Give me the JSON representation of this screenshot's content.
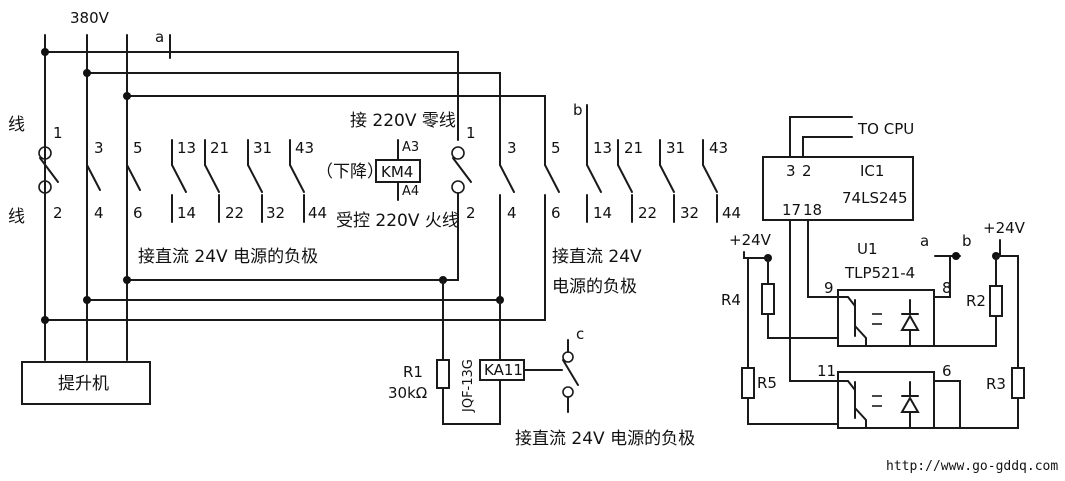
{
  "supply": {
    "voltage": "380V",
    "edge_top": "线",
    "edge_bottom": "线"
  },
  "mark_a_top": "a",
  "mark_b_top": "b",
  "mark_c": "c",
  "left_contactor": {
    "top_terms": [
      "1",
      "3",
      "5",
      "13",
      "21",
      "31",
      "43"
    ],
    "bottom_terms": [
      "2",
      "4",
      "6",
      "14",
      "22",
      "32",
      "44"
    ]
  },
  "right_contactor": {
    "top_terms": [
      "1",
      "3",
      "5",
      "13",
      "21",
      "31",
      "43"
    ],
    "bottom_terms": [
      "2",
      "4",
      "6",
      "14",
      "22",
      "32",
      "44"
    ]
  },
  "coil": {
    "name": "KM4",
    "a3": "A3",
    "a4": "A4",
    "mode": "（下降）"
  },
  "notes": {
    "neutral": "接 220V 零线",
    "live": "受控 220V 火线",
    "neg_left": "接直流 24V 电源的负极",
    "neg_right_1": "接直流 24V",
    "neg_right_2": "电源的负极",
    "neg_bottom": "接直流 24V 电源的负极"
  },
  "hoist": "提升机",
  "relay": {
    "name": "KA11",
    "model": "JQF-13G"
  },
  "r1": {
    "name": "R1",
    "value": "30kΩ"
  },
  "cpu": {
    "to_cpu": "TO  CPU",
    "ic_name": "IC1",
    "ic_part": "74LS245",
    "pin3": "3",
    "pin2": "2",
    "pin17": "17",
    "pin18": "18"
  },
  "opto": {
    "name": "U1",
    "part": "TLP521-4",
    "pin9": "9",
    "pin8": "8",
    "pin11": "11",
    "pin6": "6",
    "a": "a",
    "b": "b"
  },
  "supply24": {
    "left": "+24V",
    "right": "+24V"
  },
  "resistors": {
    "r2": "R2",
    "r3": "R3",
    "r4": "R4",
    "r5": "R5"
  },
  "footer_url": "http://www.go-gddq.com"
}
